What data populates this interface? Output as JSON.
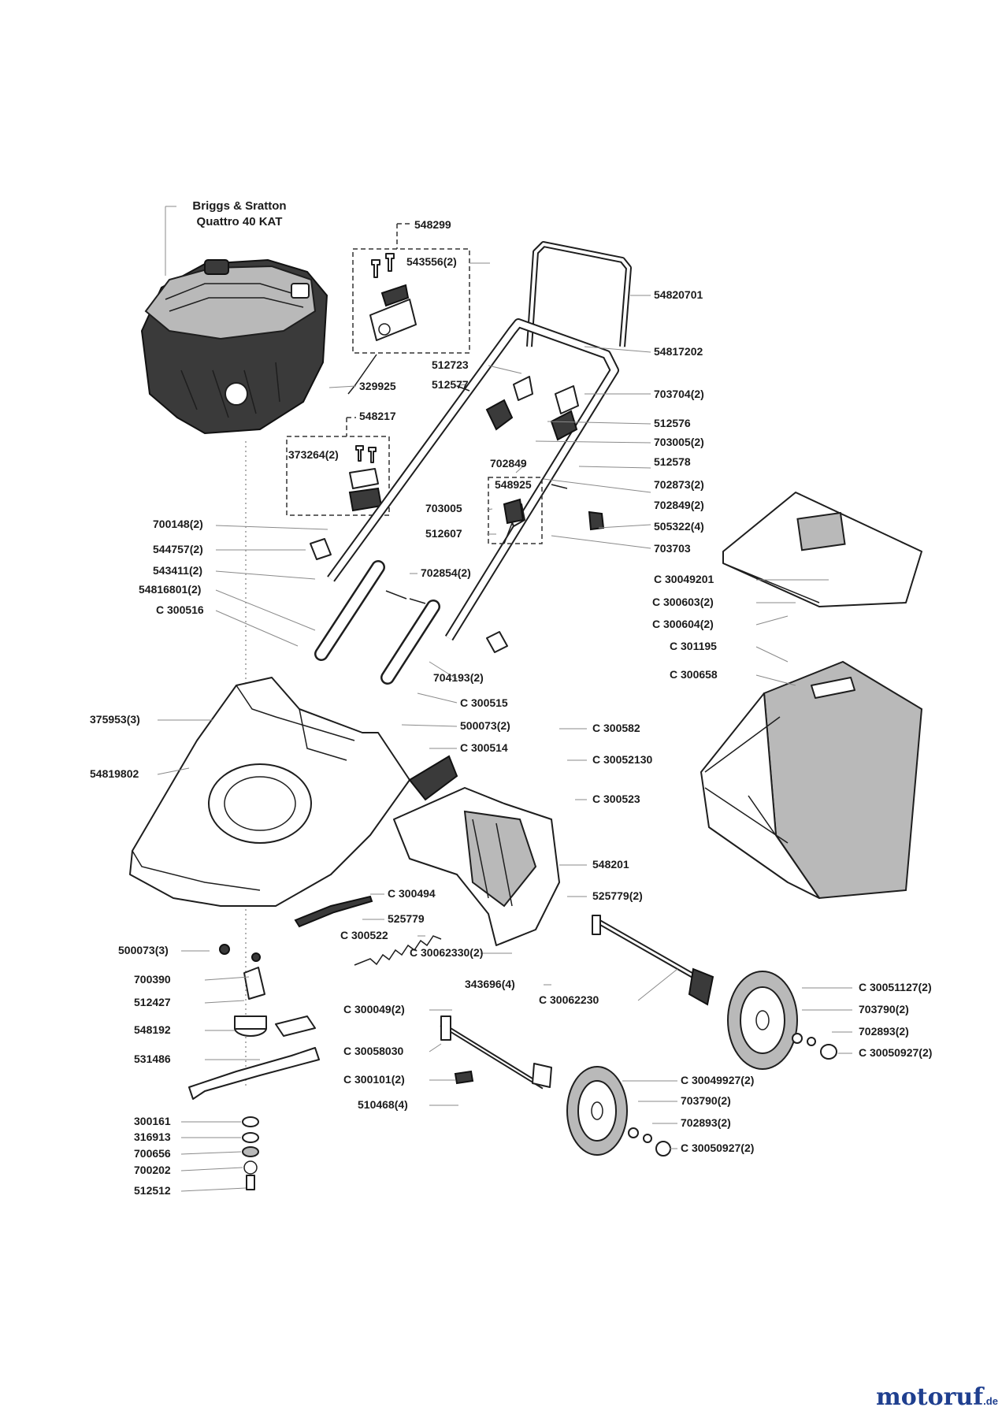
{
  "engine": {
    "line1": "Briggs & Sratton",
    "line2": "Quattro 40 KAT"
  },
  "labels": {
    "l_548299": "548299",
    "l_543556": "543556(2)",
    "l_54820701": "54820701",
    "l_54817202": "54817202",
    "l_512723": "512723",
    "l_329925": "329925",
    "l_512577": "512577",
    "l_703704": "703704(2)",
    "l_548217": "548217",
    "l_512576": "512576",
    "l_703005_2": "703005(2)",
    "l_373264": "373264(2)",
    "l_512578": "512578",
    "l_702849": "702849",
    "l_702873": "702873(2)",
    "l_548925": "548925",
    "l_703005": "703005",
    "l_702849_2": "702849(2)",
    "l_700148": "700148(2)",
    "l_505322": "505322(4)",
    "l_512607": "512607",
    "l_544757": "544757(2)",
    "l_703703": "703703",
    "l_543411": "543411(2)",
    "l_702854": "702854(2)",
    "l_c30049201": "C 30049201",
    "l_54816801": "54816801(2)",
    "l_c300603": "C 300603(2)",
    "l_c300516": "C 300516",
    "l_c300604": "C 300604(2)",
    "l_c301195": "C 301195",
    "l_704193": "704193(2)",
    "l_c300658": "C 300658",
    "l_c300515": "C 300515",
    "l_375953": "375953(3)",
    "l_500073_2": "500073(2)",
    "l_c300582": "C 300582",
    "l_c300514": "C 300514",
    "l_c30052130": "C 30052130",
    "l_54819802": "54819802",
    "l_c300523": "C 300523",
    "l_548201": "548201",
    "l_c300494": "C 300494",
    "l_525779_2": "525779(2)",
    "l_525779": "525779",
    "l_500073_3": "500073(3)",
    "l_c300522": "C 300522",
    "l_c30062330": "C 30062330(2)",
    "l_700390": "700390",
    "l_343696": "343696(4)",
    "l_c30051127": "C 30051127(2)",
    "l_512427": "512427",
    "l_c30062230": "C 30062230",
    "l_703790_a": "703790(2)",
    "l_c300049": "C 300049(2)",
    "l_548192": "548192",
    "l_702893_a": "702893(2)",
    "l_c30058030": "C 30058030",
    "l_c30050927_a": "C 30050927(2)",
    "l_531486": "531486",
    "l_c30049927": "C 30049927(2)",
    "l_c300101": "C 300101(2)",
    "l_703790_b": "703790(2)",
    "l_510468": "510468(4)",
    "l_702893_b": "702893(2)",
    "l_300161": "300161",
    "l_c30050927_b": "C 30050927(2)",
    "l_316913": "316913",
    "l_700656": "700656",
    "l_700202": "700202",
    "l_512512": "512512"
  },
  "footer": {
    "brand": "motoruf",
    "tld": ".de"
  }
}
